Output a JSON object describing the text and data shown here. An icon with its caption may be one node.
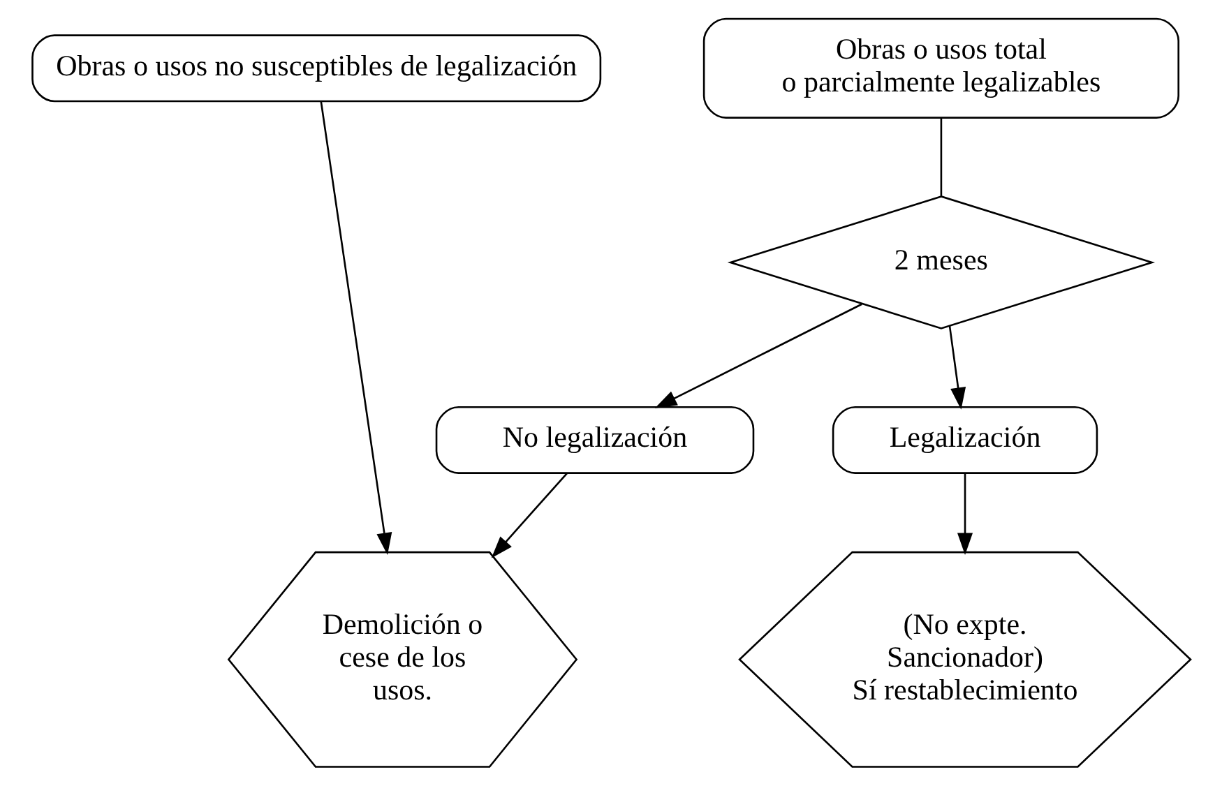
{
  "diagram": {
    "nodes": [
      {
        "text": [
          "Obras o usos no susceptibles de legalización"
        ]
      },
      {
        "text": [
          "Obras o usos total o parcialmente legalizables"
        ]
      },
      {
        "text": [
          "2 meses"
        ]
      },
      {
        "text": [
          "No legalización"
        ]
      },
      {
        "text": [
          "Legalización"
        ]
      },
      {
        "text": [
          "Demolición o cese de los usos."
        ]
      },
      {
        "text": [
          "(No expte. Sancionador) Sí restablecimiento"
        ]
      }
    ],
    "edges": [
      {
        "from": 0,
        "to": 5,
        "arrow": "to"
      },
      {
        "from": 1,
        "to": 2,
        "arrow": "none"
      },
      {
        "from": 2,
        "to": 3,
        "arrow": "to"
      },
      {
        "from": 2,
        "to": 4,
        "arrow": "to"
      },
      {
        "from": 3,
        "to": 5,
        "arrow": "to"
      },
      {
        "from": 4,
        "to": 6,
        "arrow": "to"
      }
    ]
  }
}
